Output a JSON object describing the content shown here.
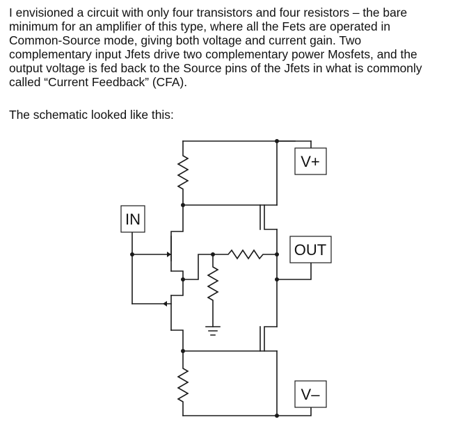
{
  "document": {
    "paragraph_lines": [
      "I envisioned a circuit with only four transistors and four resistors – the bare",
      "minimum for an amplifier of this type, where all the Fets are operated in",
      "Common-Source mode, giving both voltage and current gain.  Two",
      "complementary input Jfets drive two complementary power Mosfets, and the",
      "output voltage is fed back to the Source pins of the Jfets in what is commonly",
      "called “Current Feedback” (CFA)."
    ],
    "lead_in": "The schematic looked like this:"
  },
  "schematic": {
    "labels": {
      "v_plus": "V+",
      "v_minus": "V–",
      "input": "IN",
      "output": "OUT"
    },
    "colors": {
      "line": "#1a1a1a"
    }
  }
}
